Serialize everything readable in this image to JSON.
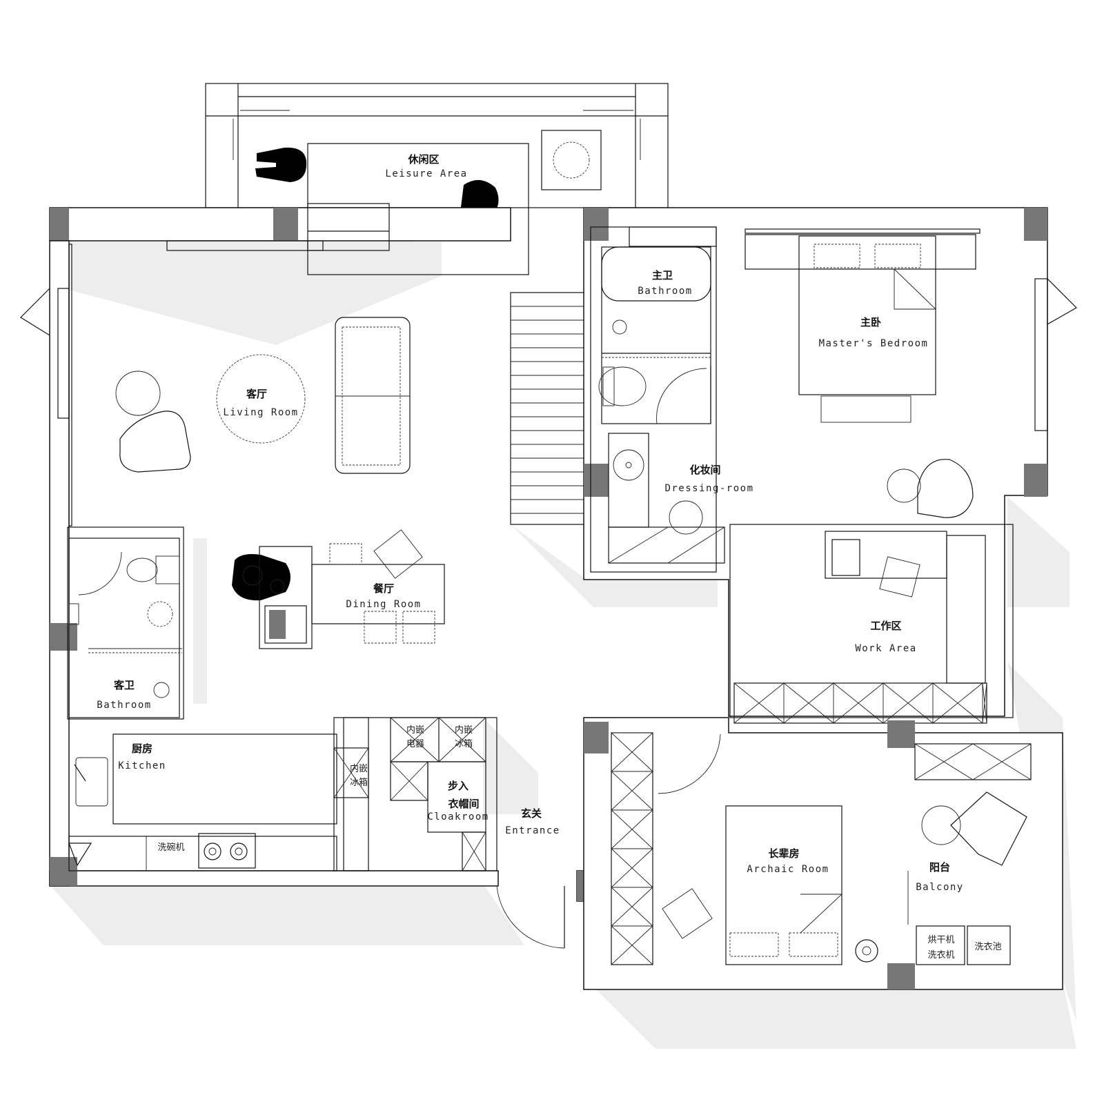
{
  "rooms": {
    "leisure": {
      "zh": "休闲区",
      "en": "Leisure Area"
    },
    "living": {
      "zh": "客厅",
      "en": "Living Room"
    },
    "dining": {
      "zh": "餐厅",
      "en": "Dining Room"
    },
    "guest_bath": {
      "zh": "客卫",
      "en": "Bathroom"
    },
    "kitchen": {
      "zh": "厨房",
      "en": "Kitchen"
    },
    "master_bath": {
      "zh": "主卫",
      "en": "Bathroom"
    },
    "master_bed": {
      "zh": "主卧",
      "en": "Master's Bedroom"
    },
    "dressing": {
      "zh": "化妆间",
      "en": "Dressing-room"
    },
    "work": {
      "zh": "工作区",
      "en": "Work Area"
    },
    "cloak": {
      "zh1": "步入",
      "zh2": "衣帽间",
      "en": "Cloakroom"
    },
    "entrance": {
      "zh": "玄关",
      "en": "Entrance"
    },
    "archaic": {
      "zh": "长辈房",
      "en": "Archaic Room"
    },
    "balcony": {
      "zh": "阳台",
      "en": "Balcony"
    }
  },
  "appliances": {
    "dishwasher": "洗碗机",
    "builtin_appliance": {
      "l1": "内嵌",
      "l2": "电器"
    },
    "builtin_fridge": {
      "l1": "内嵌",
      "l2": "冰箱"
    },
    "builtin_fridge2": {
      "l1": "内嵌",
      "l2": "冰箱"
    },
    "dryer": "烘干机",
    "washer": "洗衣机",
    "laundry_sink": "洗衣池"
  },
  "colors": {
    "wall": "#111111",
    "column": "#777777",
    "shadow": "#ededed",
    "background": "#ffffff"
  }
}
